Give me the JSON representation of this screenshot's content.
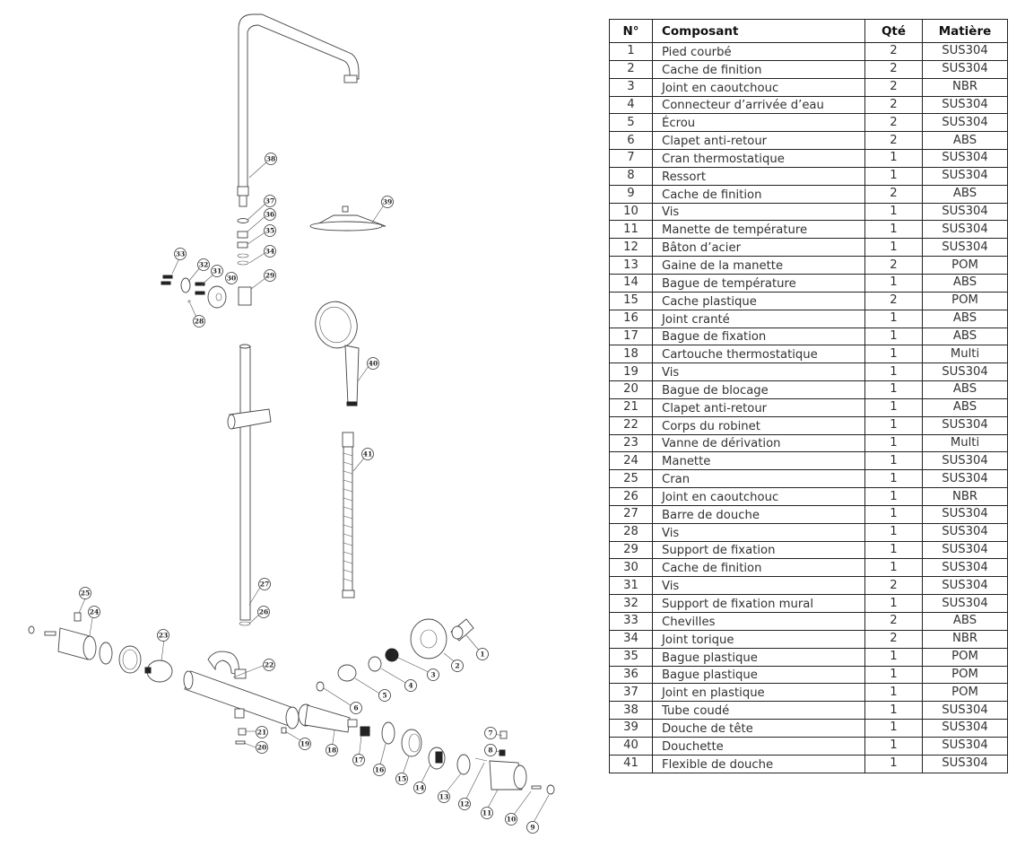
{
  "table": {
    "headers": {
      "no": "N°",
      "component": "Composant",
      "qty": "Qté",
      "material": "Matière"
    },
    "rows": [
      {
        "no": "1",
        "component": "Pied courbé",
        "qty": "2",
        "material": "SUS304"
      },
      {
        "no": "2",
        "component": "Cache de finition",
        "qty": "2",
        "material": "SUS304"
      },
      {
        "no": "3",
        "component": "Joint en caoutchouc",
        "qty": "2",
        "material": "NBR"
      },
      {
        "no": "4",
        "component": "Connecteur d’arrivée d’eau",
        "qty": "2",
        "material": "SUS304"
      },
      {
        "no": "5",
        "component": "Écrou",
        "qty": "2",
        "material": "SUS304"
      },
      {
        "no": "6",
        "component": "Clapet anti-retour",
        "qty": "2",
        "material": "ABS"
      },
      {
        "no": "7",
        "component": "Cran thermostatique",
        "qty": "1",
        "material": "SUS304"
      },
      {
        "no": "8",
        "component": "Ressort",
        "qty": "1",
        "material": "SUS304"
      },
      {
        "no": "9",
        "component": "Cache de finition",
        "qty": "2",
        "material": "ABS"
      },
      {
        "no": "10",
        "component": "Vis",
        "qty": "1",
        "material": "SUS304"
      },
      {
        "no": "11",
        "component": "Manette de température",
        "qty": "1",
        "material": "SUS304"
      },
      {
        "no": "12",
        "component": "Bâton d’acier",
        "qty": "1",
        "material": "SUS304"
      },
      {
        "no": "13",
        "component": "Gaine de la manette",
        "qty": "2",
        "material": "POM"
      },
      {
        "no": "14",
        "component": "Bague de température",
        "qty": "1",
        "material": "ABS"
      },
      {
        "no": "15",
        "component": "Cache plastique",
        "qty": "2",
        "material": "POM"
      },
      {
        "no": "16",
        "component": "Joint cranté",
        "qty": "1",
        "material": "ABS"
      },
      {
        "no": "17",
        "component": "Bague de fixation",
        "qty": "1",
        "material": "ABS"
      },
      {
        "no": "18",
        "component": "Cartouche thermostatique",
        "qty": "1",
        "material": "Multi"
      },
      {
        "no": "19",
        "component": "Vis",
        "qty": "1",
        "material": "SUS304"
      },
      {
        "no": "20",
        "component": "Bague de blocage",
        "qty": "1",
        "material": "ABS"
      },
      {
        "no": "21",
        "component": "Clapet anti-retour",
        "qty": "1",
        "material": "ABS"
      },
      {
        "no": "22",
        "component": "Corps du robinet",
        "qty": "1",
        "material": "SUS304"
      },
      {
        "no": "23",
        "component": "Vanne de dérivation",
        "qty": "1",
        "material": "Multi"
      },
      {
        "no": "24",
        "component": "Manette",
        "qty": "1",
        "material": "SUS304"
      },
      {
        "no": "25",
        "component": "Cran",
        "qty": "1",
        "material": "SUS304"
      },
      {
        "no": "26",
        "component": "Joint en caoutchouc",
        "qty": "1",
        "material": "NBR"
      },
      {
        "no": "27",
        "component": "Barre de douche",
        "qty": "1",
        "material": "SUS304"
      },
      {
        "no": "28",
        "component": "Vis",
        "qty": "1",
        "material": "SUS304"
      },
      {
        "no": "29",
        "component": "Support de fixation",
        "qty": "1",
        "material": "SUS304"
      },
      {
        "no": "30",
        "component": "Cache de finition",
        "qty": "1",
        "material": "SUS304"
      },
      {
        "no": "31",
        "component": "Vis",
        "qty": "2",
        "material": "SUS304"
      },
      {
        "no": "32",
        "component": "Support de fixation mural",
        "qty": "1",
        "material": "SUS304"
      },
      {
        "no": "33",
        "component": "Chevilles",
        "qty": "2",
        "material": "ABS"
      },
      {
        "no": "34",
        "component": "Joint torique",
        "qty": "2",
        "material": "NBR"
      },
      {
        "no": "35",
        "component": "Bague plastique",
        "qty": "1",
        "material": "POM"
      },
      {
        "no": "36",
        "component": "Bague plastique",
        "qty": "1",
        "material": "POM"
      },
      {
        "no": "37",
        "component": "Joint en plastique",
        "qty": "1",
        "material": "POM"
      },
      {
        "no": "38",
        "component": "Tube coudé",
        "qty": "1",
        "material": "SUS304"
      },
      {
        "no": "39",
        "component": "Douche de tête",
        "qty": "1",
        "material": "SUS304"
      },
      {
        "no": "40",
        "component": "Douchette",
        "qty": "1",
        "material": "SUS304"
      },
      {
        "no": "41",
        "component": "Flexible de douche",
        "qty": "1",
        "material": "SUS304"
      }
    ]
  },
  "diagram": {
    "callouts": [
      "1",
      "2",
      "3",
      "4",
      "5",
      "6",
      "7",
      "8",
      "9",
      "10",
      "11",
      "12",
      "13",
      "14",
      "15",
      "16",
      "17",
      "18",
      "19",
      "20",
      "21",
      "22",
      "23",
      "24",
      "25",
      "26",
      "27",
      "28",
      "29",
      "30",
      "31",
      "32",
      "33",
      "34",
      "35",
      "36",
      "37",
      "38",
      "39",
      "40",
      "41"
    ]
  }
}
